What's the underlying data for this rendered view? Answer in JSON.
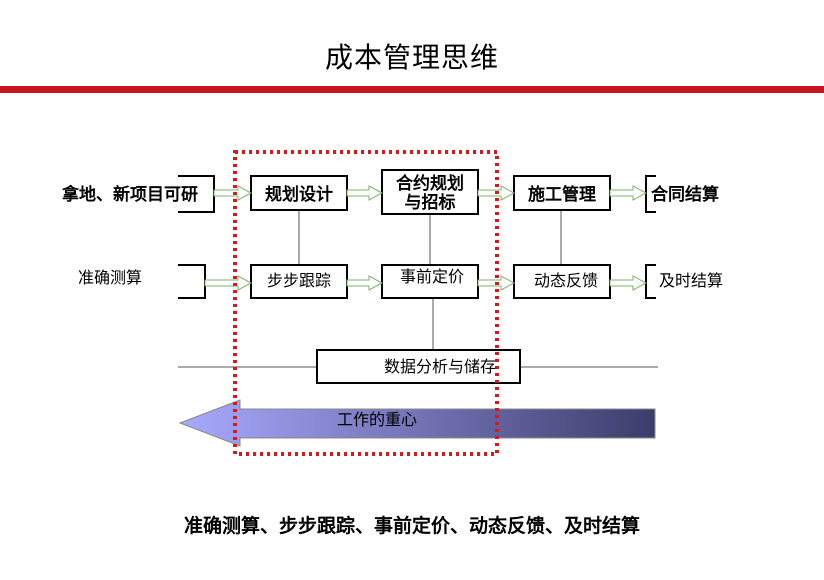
{
  "title": "成本管理思维",
  "row1": {
    "start": "拿地、新项目可研",
    "stages": [
      "规划设计",
      "合约规划",
      "与招标",
      "施工管理"
    ],
    "end": "合同结算"
  },
  "row2": {
    "start": "准确测算",
    "stages": [
      "步步跟踪",
      "事前定价",
      "动态反馈"
    ],
    "end": "及时结算"
  },
  "data_box": "数据分析与储存",
  "arrow_label": "工作的重心",
  "caption": "准确测算、步步跟踪、事前定价、动态反馈、及时结算",
  "colors": {
    "accent_red": "#c8141e",
    "arrow_start": "#a9a9ff",
    "arrow_end": "#3d3d6b",
    "connector_green": "#9ccc88"
  }
}
